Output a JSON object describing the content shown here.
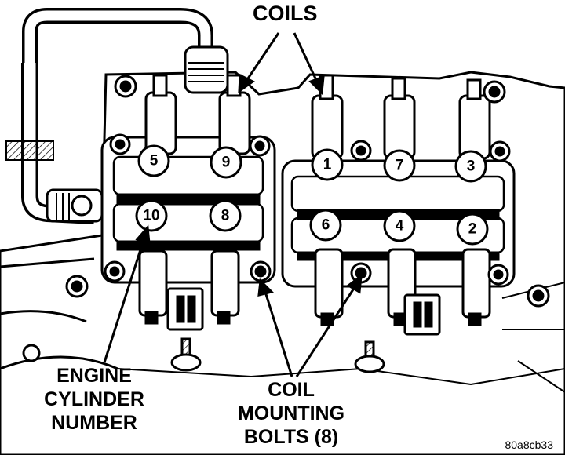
{
  "labels": {
    "coils": "COILS",
    "engine_cylinder_number": [
      "ENGINE",
      "CYLINDER",
      "NUMBER"
    ],
    "coil_mounting_bolts": [
      "COIL",
      "MOUNTING",
      "BOLTS (8)"
    ],
    "figure_code": "80a8cb33"
  },
  "cylinders": {
    "upper_left": [
      "5",
      "9"
    ],
    "lower_left": [
      "10",
      "8"
    ],
    "upper_right": [
      "1",
      "7",
      "3"
    ],
    "lower_right": [
      "6",
      "4",
      "2"
    ]
  }
}
